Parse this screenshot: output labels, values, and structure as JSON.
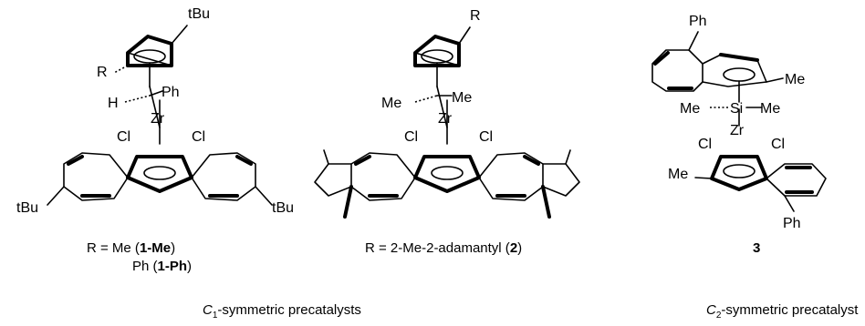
{
  "compounds": [
    {
      "atoms": {
        "tbu_top": "tBu",
        "r": "R",
        "h": "H",
        "ph": "Ph",
        "zr": "Zr",
        "cl_left": "Cl",
        "cl_right": "Cl",
        "tbu_left": "tBu",
        "tbu_right": "tBu"
      },
      "label_line1": {
        "prefix": "R = Me (",
        "bold": "1-Me",
        "suffix": ")"
      },
      "label_line2": {
        "prefix": "Ph (",
        "bold": "1-Ph",
        "suffix": ")"
      }
    },
    {
      "atoms": {
        "r": "R",
        "me_left": "Me",
        "me_right": "Me",
        "zr": "Zr",
        "cl_left": "Cl",
        "cl_right": "Cl"
      },
      "label": {
        "prefix": "R = 2-Me-2-adamantyl (",
        "bold": "2",
        "suffix": ")"
      }
    },
    {
      "atoms": {
        "ph_top": "Ph",
        "me_top": "Me",
        "me_si_left": "Me",
        "si": "Si",
        "me_si_right": "Me",
        "zr": "Zr",
        "cl_left": "Cl",
        "cl_right": "Cl",
        "me_bottom": "Me",
        "ph_bottom": "Ph"
      },
      "label": {
        "bold": "3"
      }
    }
  ],
  "captions": {
    "c1": {
      "italic": "C",
      "sub": "1",
      "rest": "-symmetric precatalysts"
    },
    "c2": {
      "italic": "C",
      "sub": "2",
      "rest": "-symmetric precatalyst"
    }
  }
}
